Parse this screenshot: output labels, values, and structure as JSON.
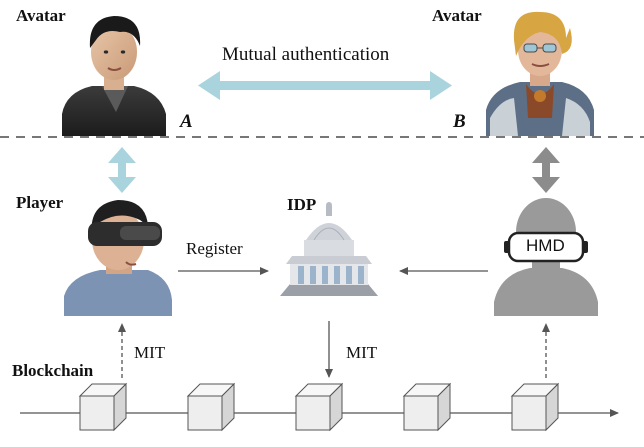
{
  "labels": {
    "avatar_left": "Avatar",
    "avatar_right": "Avatar",
    "mutual_auth": "Mutual authentication",
    "point_a": "A",
    "point_b": "B",
    "player": "Player",
    "idp": "IDP",
    "register": "Register",
    "hmd": "HMD",
    "mit_left": "MIT",
    "mit_center": "MIT",
    "blockchain": "Blockchain"
  },
  "blockchain": {
    "block_count": 5
  },
  "colors": {
    "light_blue_arrow": "#a9d4de",
    "gray_arrow": "#8c8c8c",
    "silhouette": "#9a9a9a",
    "dashed_line": "#777777",
    "block_face": "#eeeeee",
    "block_edge": "#555555"
  },
  "icons": {
    "avatar_left": "male-avatar-icon",
    "avatar_right": "fantasy-avatar-icon",
    "player": "vr-player-photo",
    "idp": "government-building-icon",
    "hmd_user": "hmd-user-silhouette-icon"
  }
}
